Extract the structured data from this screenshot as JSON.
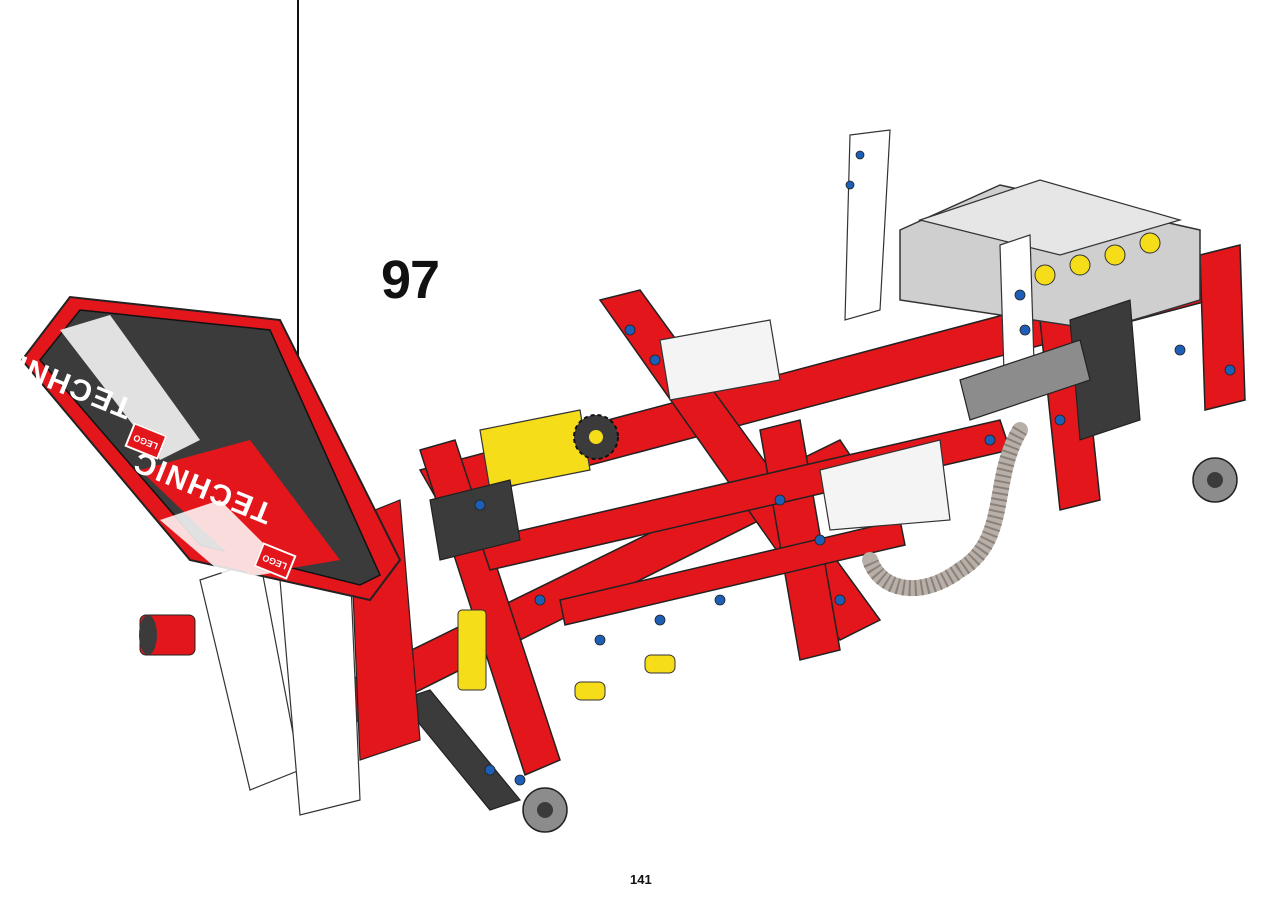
{
  "step": {
    "number": "97"
  },
  "page": {
    "number": "141"
  },
  "decal": {
    "brand": "LEGO",
    "text": "TECHNIC"
  },
  "colors": {
    "red": "#e3161b",
    "dark_red": "#b10f12",
    "dark_gray": "#3b3b3b",
    "light_gray": "#bfbfbf",
    "yellow": "#f5dd19",
    "blue": "#1d5fb6",
    "white": "#ffffff"
  }
}
